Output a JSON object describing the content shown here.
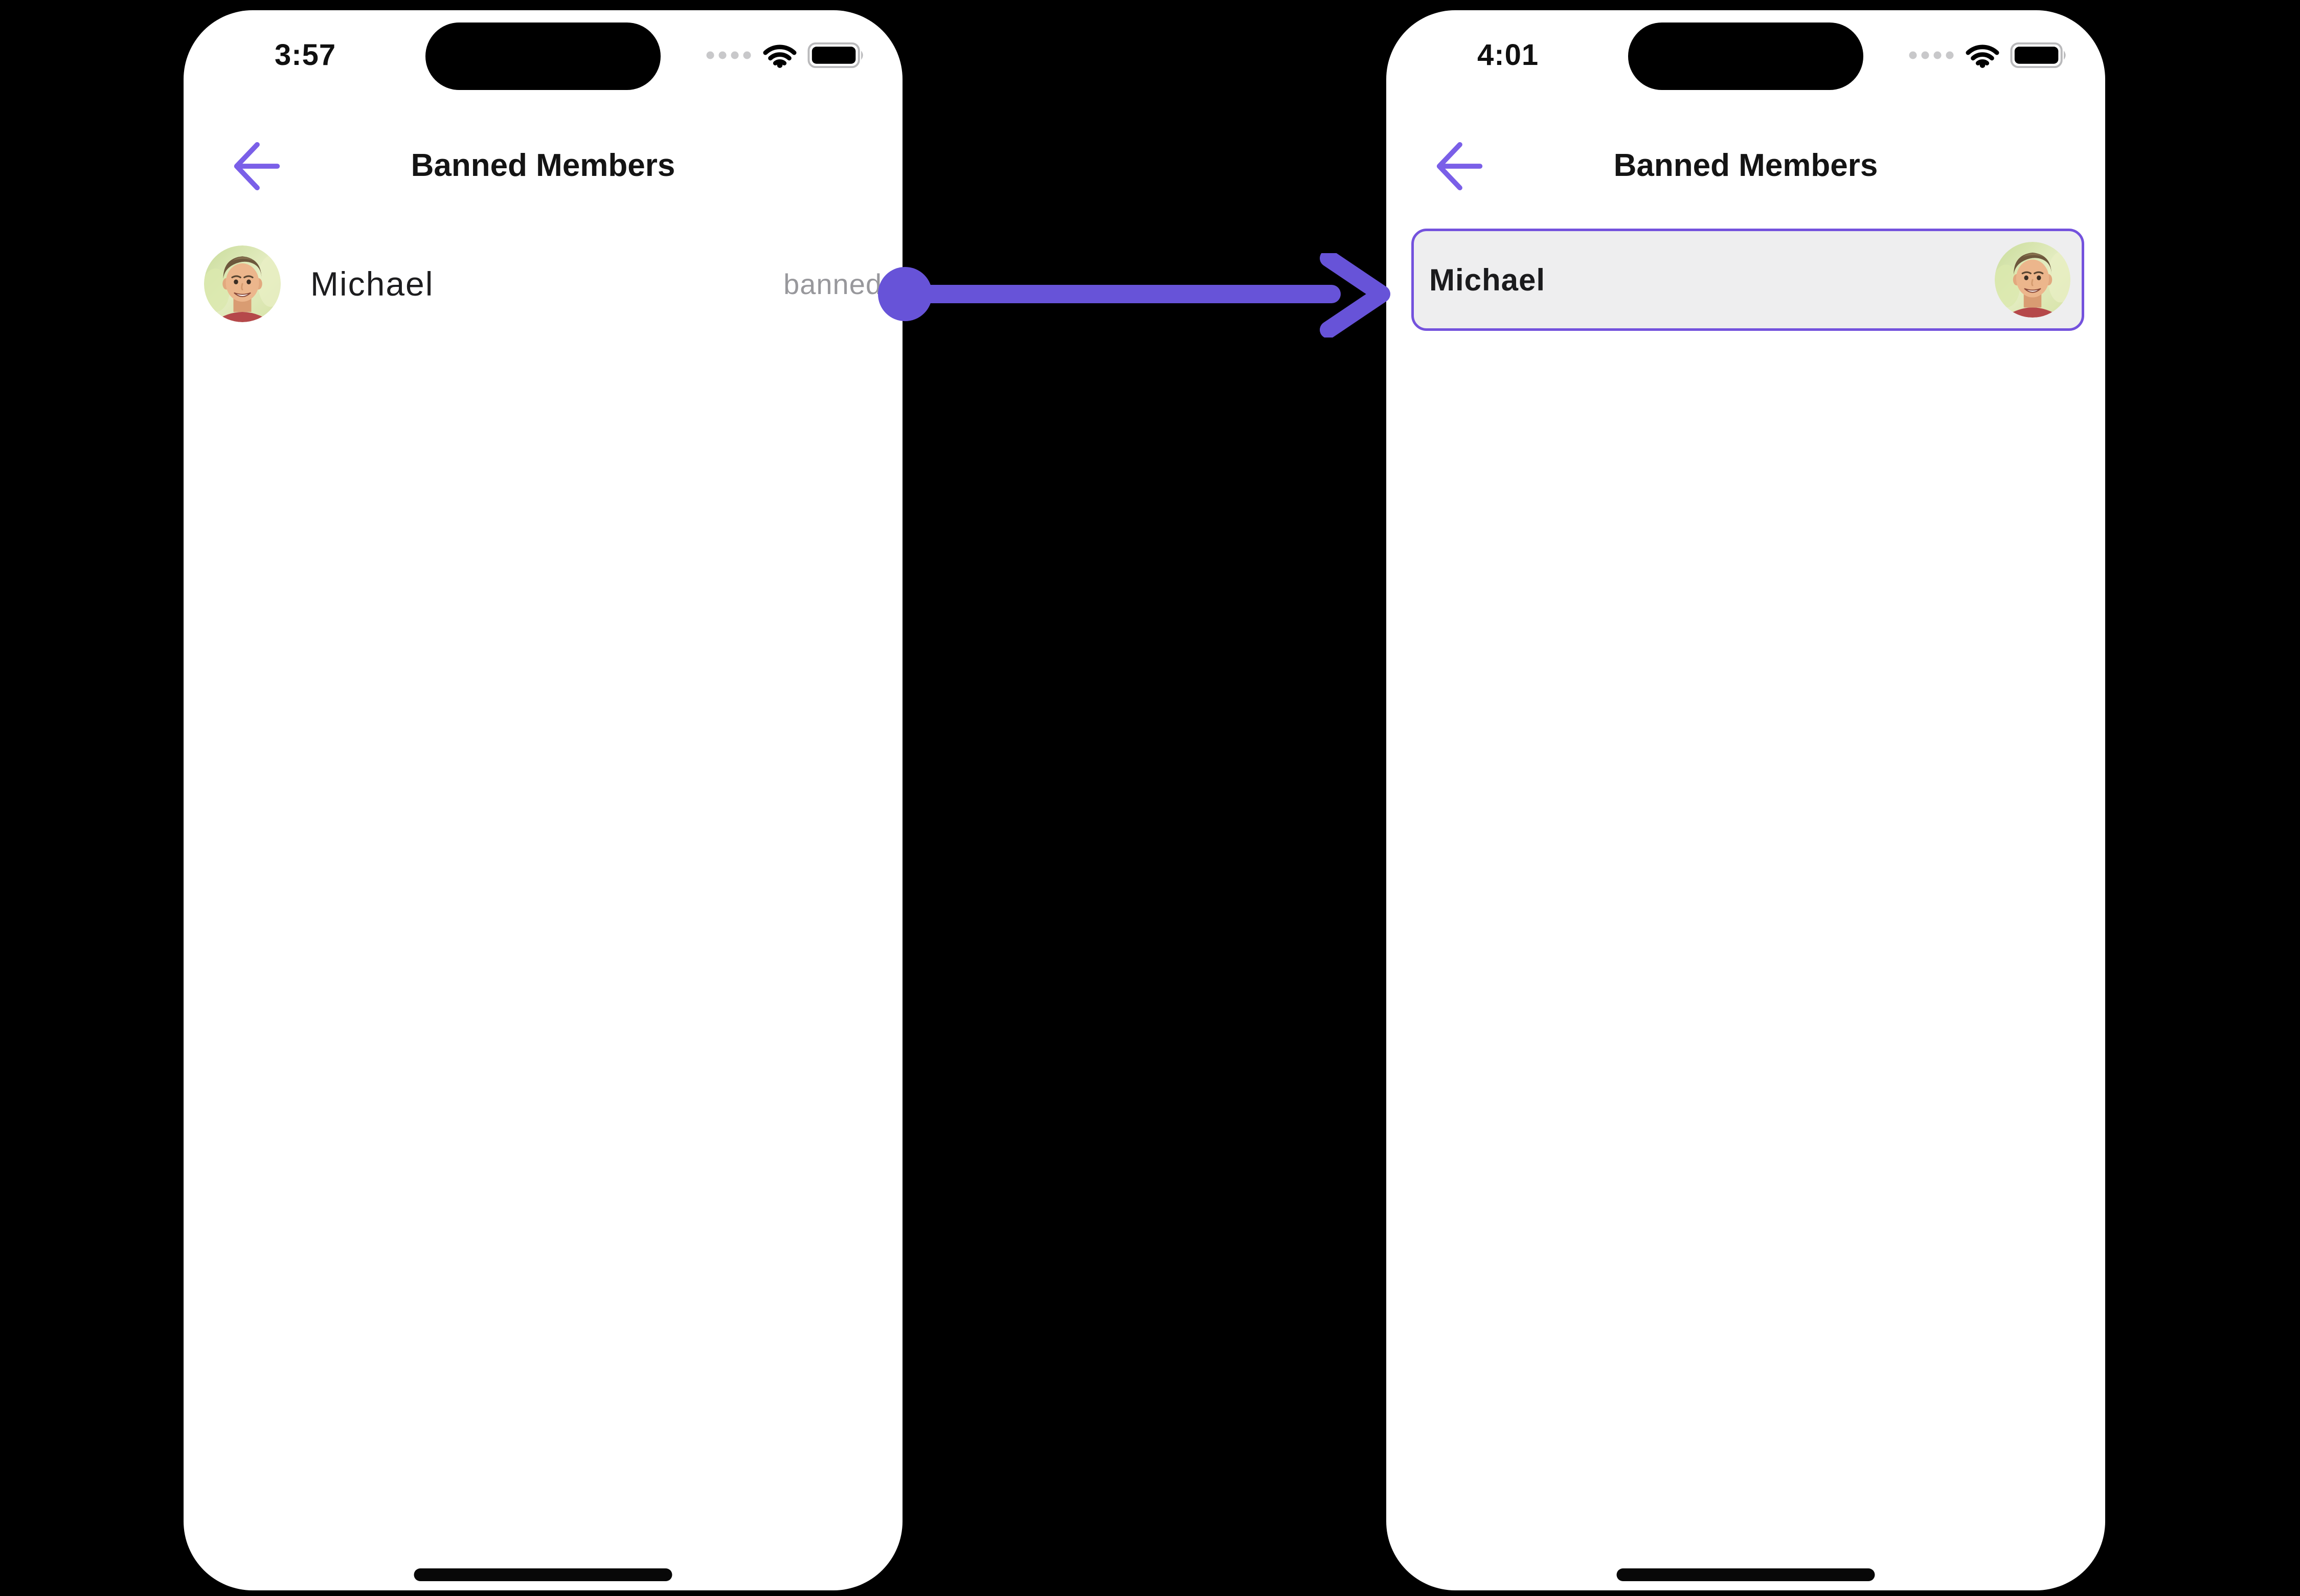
{
  "scene": {
    "description": "Two iPhone mockups showing Banned Members screen before and after, linked by a purple transition arrow",
    "connector": {
      "type": "arrow-right",
      "color": "#6753d8"
    }
  },
  "colors": {
    "background": "#000000",
    "phone_bg": "#ffffff",
    "accent_purple": "#7a5fe8",
    "arrow_purple": "#6753d8",
    "title_text": "#141414",
    "name_text": "#1d1d1f",
    "muted_text": "#98989c",
    "card_bg": "#eeeeef",
    "card_border": "#7452dd"
  },
  "left_phone": {
    "status_bar": {
      "time": "3:57",
      "icons": [
        "cellular-signal-dots",
        "wifi",
        "battery-full"
      ]
    },
    "header": {
      "back_icon": "arrow-left",
      "title": "Banned Members"
    },
    "rows": [
      {
        "name": "Michael",
        "status": "banned",
        "avatar": "michael-avatar"
      }
    ]
  },
  "right_phone": {
    "status_bar": {
      "time": "4:01",
      "icons": [
        "cellular-signal-dots",
        "wifi",
        "battery-full"
      ]
    },
    "header": {
      "back_icon": "arrow-left",
      "title": "Banned Members"
    },
    "cards": [
      {
        "name": "Michael",
        "avatar": "michael-avatar"
      }
    ]
  }
}
